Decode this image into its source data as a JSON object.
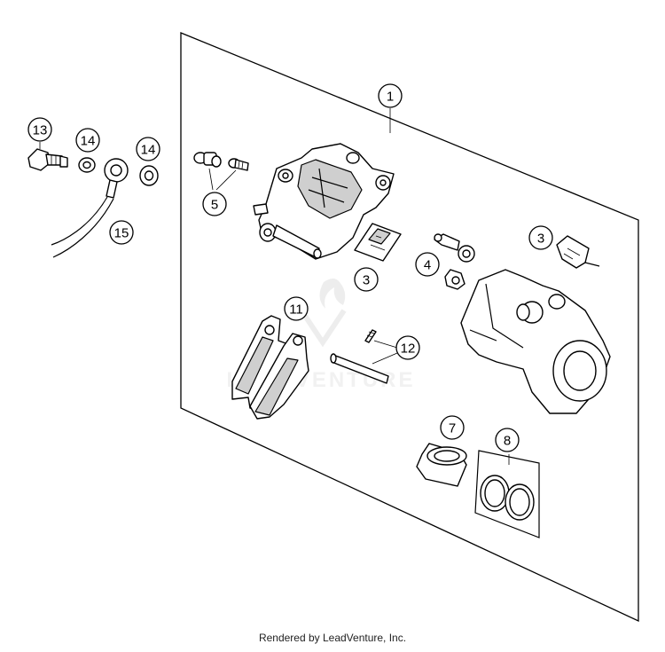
{
  "callouts": {
    "c1": "1",
    "c3a": "3",
    "c3b": "3",
    "c4": "4",
    "c5": "5",
    "c7": "7",
    "c8": "8",
    "c11": "11",
    "c12": "12",
    "c13": "13",
    "c14a": "14",
    "c14b": "14",
    "c15": "15"
  },
  "watermark": "LEADVENTURE",
  "credit": "Rendered by LeadVenture, Inc.",
  "colors": {
    "line": "#000000",
    "callout_fill": "#ffffff",
    "watermark": "#e6e6e6"
  }
}
